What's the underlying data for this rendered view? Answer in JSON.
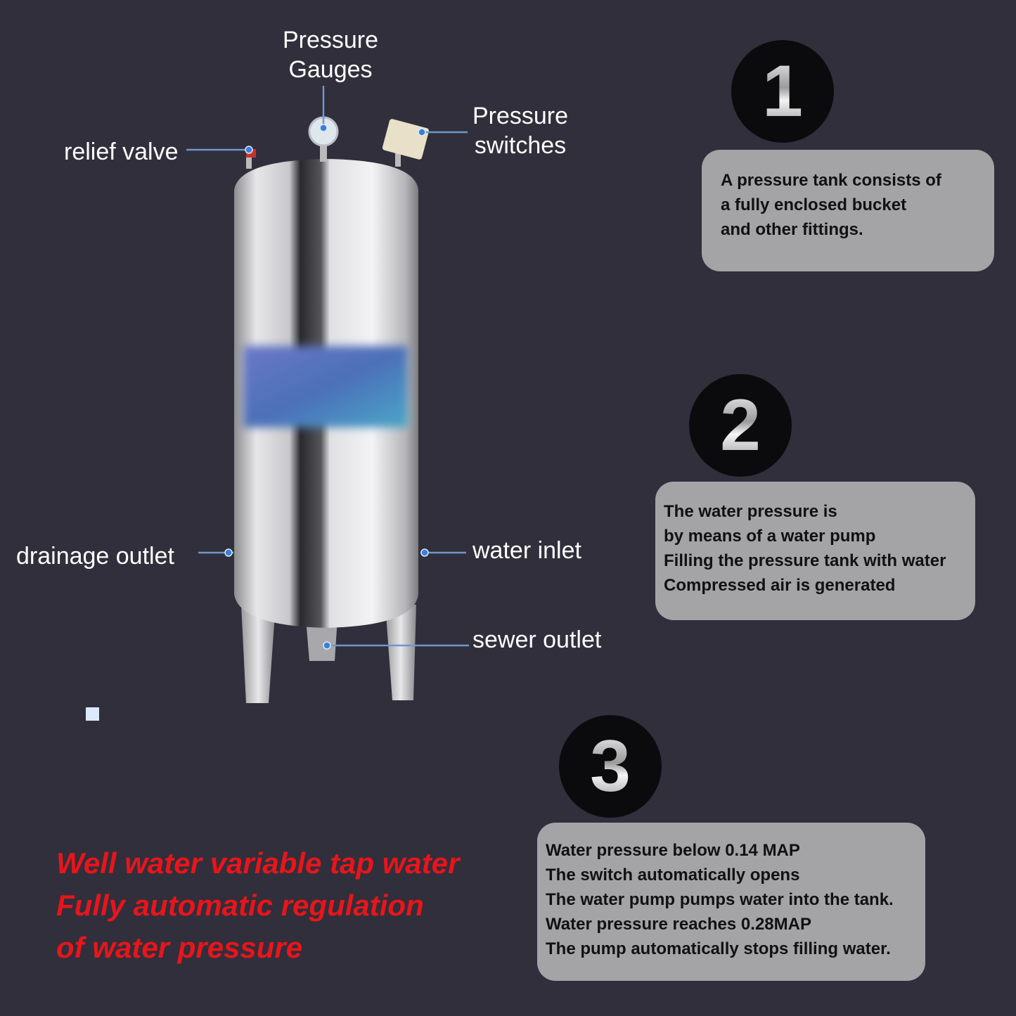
{
  "labels": {
    "pressure_gauges": [
      "Pressure",
      "Gauges"
    ],
    "pressure_switches": [
      "Pressure",
      "switches"
    ],
    "relief_valve": "relief valve",
    "drainage_outlet": "drainage outlet",
    "water_inlet": "water inlet",
    "sewer_outlet": "sewer outlet"
  },
  "steps": [
    {
      "number": "1",
      "lines": [
        "A pressure tank consists of",
        "a fully enclosed bucket",
        "and other fittings."
      ]
    },
    {
      "number": "2",
      "lines": [
        "The water pressure is",
        "by means of a water pump",
        "Filling the pressure tank with water",
        "Compressed air is generated"
      ]
    },
    {
      "number": "3",
      "lines": [
        "Water pressure below 0.14 MAP",
        "The switch automatically opens",
        "The water pump pumps water into the tank.",
        "Water pressure reaches 0.28MAP",
        "The pump automatically stops filling water."
      ]
    }
  ],
  "slogan": [
    "Well water variable tap water",
    "Fully automatic regulation",
    "of water pressure"
  ],
  "colors": {
    "background": "#302f3b",
    "callout_line": "#6f97c9",
    "slogan": "#e8151b",
    "box": "#a4a4a7"
  }
}
